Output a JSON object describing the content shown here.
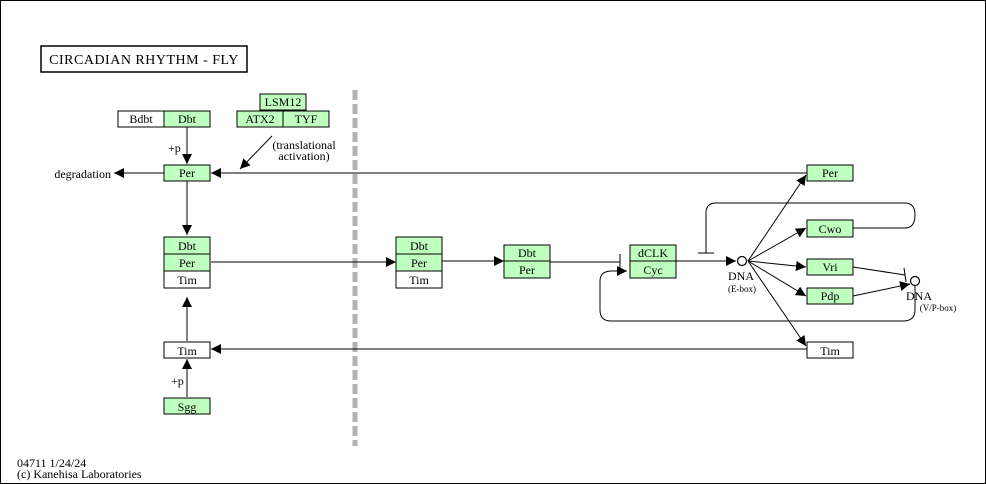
{
  "title": "CIRCADIAN  RHYTHM - FLY",
  "footer": {
    "map_id_date": "04711 1/24/24",
    "copyright": "(c) Kanehisa Laboratories"
  },
  "colors": {
    "gene_fill": "#bfffbf",
    "plain_fill": "#ffffff",
    "divider": "#b3b3b3"
  },
  "labels": {
    "degradation": "degradation",
    "plus_p_top": "+p",
    "plus_p_bottom": "+p",
    "translational_1": "(translational",
    "translational_2": "activation)",
    "dna_e": "DNA",
    "dna_e_sub": "(E-box)",
    "dna_vp": "DNA",
    "dna_vp_sub": "(V/P-box)"
  },
  "nodes": {
    "bdbt": "Bdbt",
    "dbt_top": "Dbt",
    "lsm12": "LSM12",
    "atx2": "ATX2",
    "tyf": "TYF",
    "per_main": "Per",
    "dbt_c1": "Dbt",
    "per_c1": "Per",
    "tim_c1": "Tim",
    "tim_low": "Tim",
    "sgg": "Sgg",
    "dbt_c2": "Dbt",
    "per_c2": "Per",
    "tim_c2": "Tim",
    "dbt_c3": "Dbt",
    "per_c3": "Per",
    "dclk": "dCLK",
    "cyc": "Cyc",
    "per_right": "Per",
    "cwo": "Cwo",
    "vri": "Vri",
    "pdp": "Pdp",
    "tim_right": "Tim"
  }
}
